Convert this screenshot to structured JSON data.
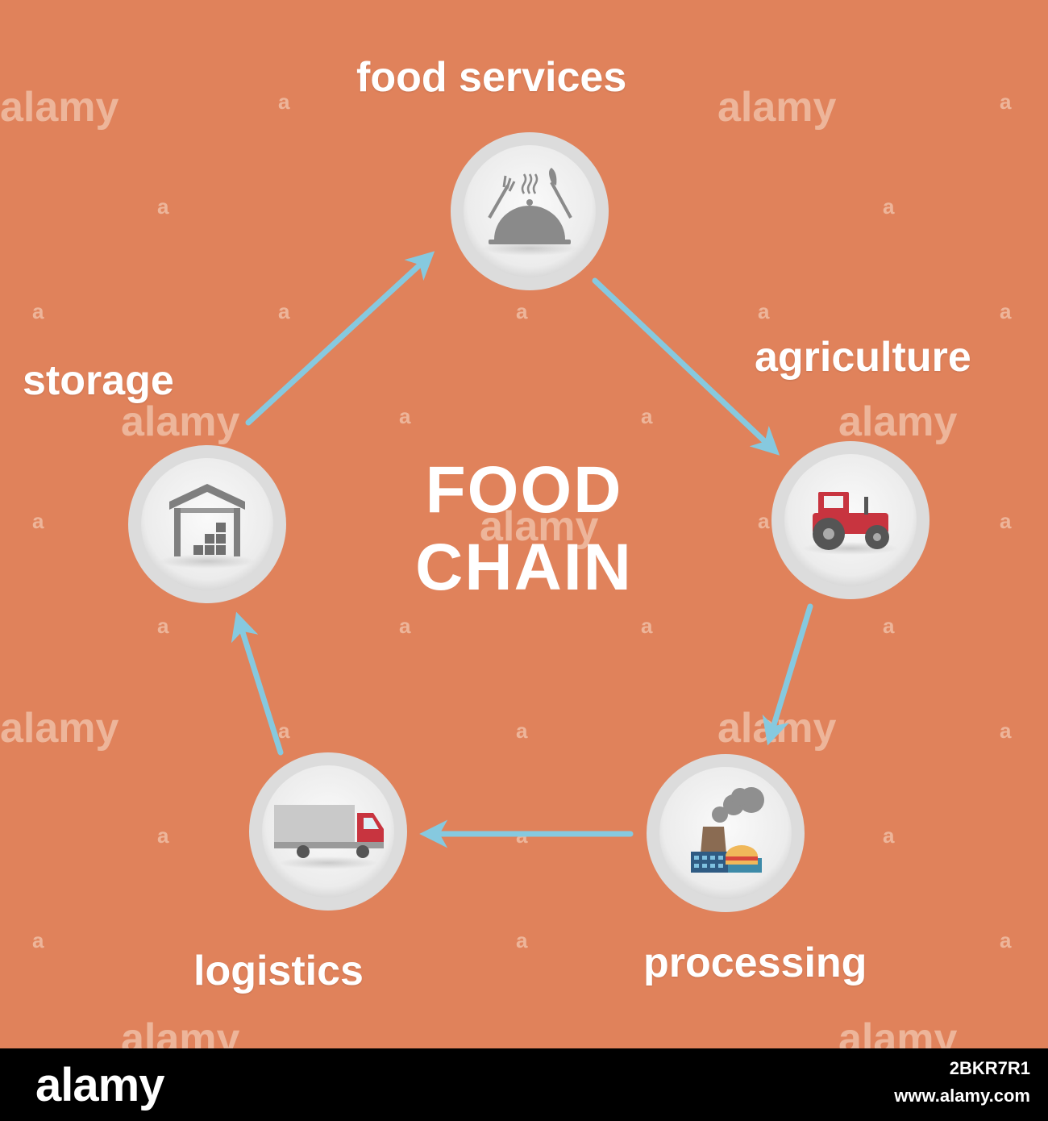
{
  "diagram": {
    "title_line1": "FOOD",
    "title_line2": "CHAIN",
    "steps": [
      {
        "id": "food-services",
        "label": "food services",
        "icon": "food-cloche-icon"
      },
      {
        "id": "agriculture",
        "label": "agriculture",
        "icon": "tractor-icon"
      },
      {
        "id": "processing",
        "label": "processing",
        "icon": "factory-icon"
      },
      {
        "id": "logistics",
        "label": "logistics",
        "icon": "truck-icon"
      },
      {
        "id": "storage",
        "label": "storage",
        "icon": "warehouse-icon"
      }
    ],
    "flow": "clockwise",
    "colors": {
      "background": "#e0825b",
      "arrow": "#86c9df",
      "circle": "#dcdcdc",
      "icon": "#8a8a8a",
      "tractor": "#c8343f",
      "truck_cab": "#c8343f"
    }
  },
  "watermark": {
    "text": "alamy",
    "small_text": "a"
  },
  "footer": {
    "brand": "alamy",
    "image_id": "2BKR7R1",
    "site": "www.alamy.com"
  }
}
